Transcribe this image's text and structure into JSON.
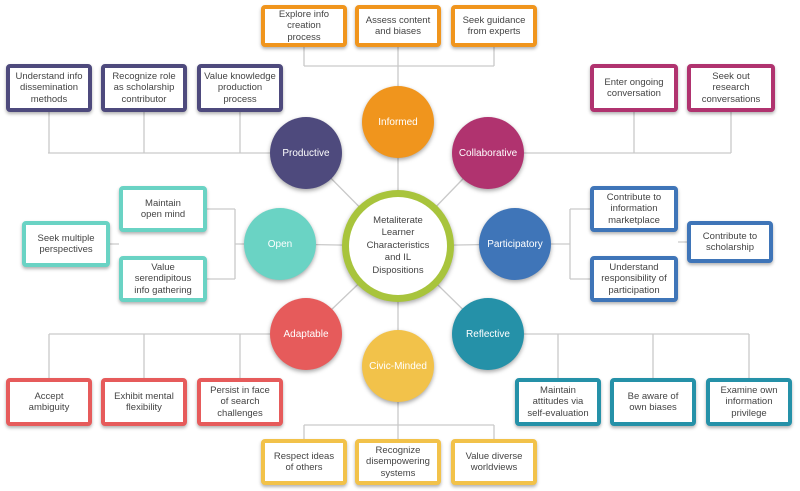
{
  "center": {
    "label": "Metaliterate\nLearner\nCharacteristics\nand IL\nDispositions",
    "color": "#a8c43c"
  },
  "nodes": [
    {
      "id": "informed",
      "label": "Informed",
      "color": "#f0951d"
    },
    {
      "id": "collaborative",
      "label": "Collaborative",
      "color": "#b0336f"
    },
    {
      "id": "participatory",
      "label": "Participatory",
      "color": "#3f75b8"
    },
    {
      "id": "reflective",
      "label": "Reflective",
      "color": "#2591a8"
    },
    {
      "id": "civic-minded",
      "label": "Civic-Minded",
      "color": "#f2c24a"
    },
    {
      "id": "adaptable",
      "label": "Adaptable",
      "color": "#e65b5b"
    },
    {
      "id": "open",
      "label": "Open",
      "color": "#6ad3c4"
    },
    {
      "id": "productive",
      "label": "Productive",
      "color": "#4e4a7d"
    }
  ],
  "boxes": {
    "informed": [
      "Explore info\ncreation\nprocess",
      "Assess content\nand biases",
      "Seek guidance\nfrom experts"
    ],
    "collaborative": [
      "Enter ongoing\nconversation",
      "Seek out\nresearch\nconversations"
    ],
    "participatory": [
      "Contribute to\ninformation\nmarketplace",
      "Contribute to\nscholarship",
      "Understand\nresponsibility of\nparticipation"
    ],
    "reflective": [
      "Maintain\nattitudes via\nself-evaluation",
      "Be aware of\nown biases",
      "Examine own\ninformation\nprivilege"
    ],
    "civic-minded": [
      "Respect ideas\nof others",
      "Recognize\ndisempowering\nsystems",
      "Value diverse\nworldviews"
    ],
    "adaptable": [
      "Accept\nambiguity",
      "Exhibit mental\nflexibility",
      "Persist in face\nof search\nchallenges"
    ],
    "open": [
      "Maintain\nopen mind",
      "Seek multiple\nperspectives",
      "Value\nserendipitous\ninfo gathering"
    ],
    "productive": [
      "Understand info\ndissemination\nmethods",
      "Recognize role\nas scholarship\ncontributor",
      "Value knowledge\nproduction\nprocess"
    ]
  }
}
